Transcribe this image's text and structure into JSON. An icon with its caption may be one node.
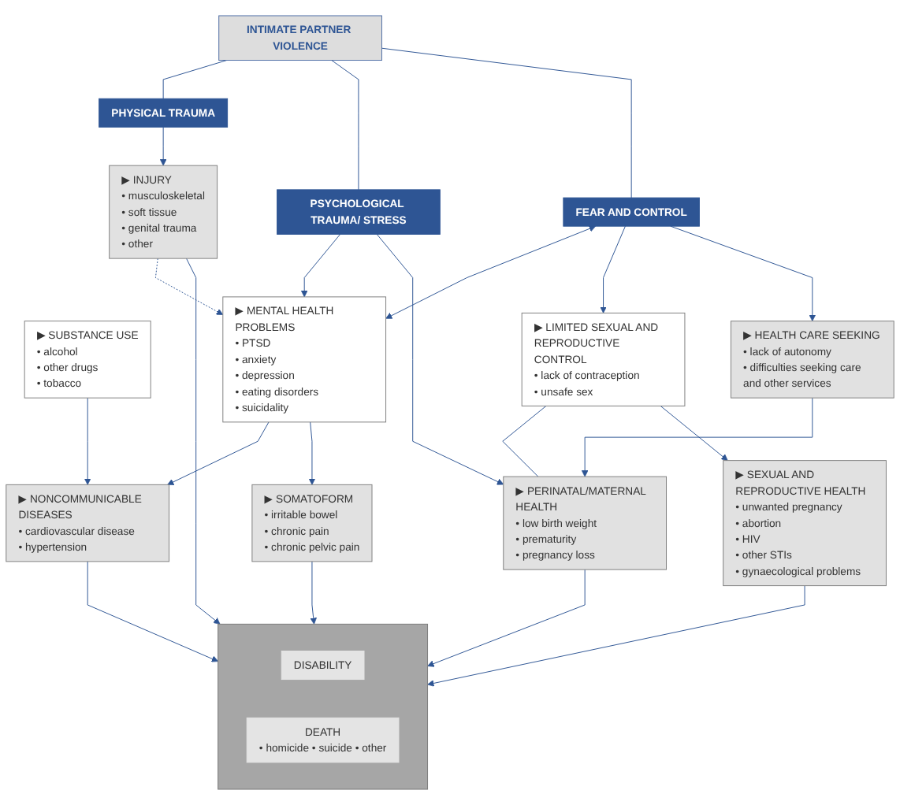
{
  "diagram": {
    "nodes": [
      {
        "text": [
          "INTIMATE PARTNER VIOLENCE"
        ]
      },
      {
        "text": [
          "PHYSICAL TRAUMA"
        ]
      },
      {
        "text": [
          "PSYCHOLOGICAL TRAUMA/ STRESS"
        ]
      },
      {
        "text": [
          "FEAR AND CONTROL"
        ]
      },
      {
        "text": [
          "▶ INJURY",
          "• musculoskeletal",
          "• soft tissue",
          "• genital trauma",
          "• other"
        ]
      },
      {
        "text": [
          "▶ MENTAL HEALTH PROBLEMS",
          "• PTSD",
          "• anxiety",
          "• depression",
          "• eating disorders",
          "• suicidality"
        ]
      },
      {
        "text": [
          "▶ LIMITED SEXUAL AND REPRODUCTIVE CONTROL",
          "• lack of contraception",
          "• unsafe sex"
        ]
      },
      {
        "text": [
          "▶ HEALTH CARE SEEKING",
          "• lack of autonomy",
          "• difficulties seeking care and other services"
        ]
      },
      {
        "text": [
          "▶ SUBSTANCE USE",
          "• alcohol",
          "• other drugs",
          "• tobacco"
        ]
      },
      {
        "text": [
          "▶ PERINATAL/MATERNAL HEALTH",
          "• low birth weight",
          "• prematurity",
          "• pregnancy loss"
        ]
      },
      {
        "text": [
          "▶ SEXUAL AND REPRODUCTIVE HEALTH",
          "• unwanted pregnancy",
          "• abortion",
          "• HIV",
          "• other STIs",
          "• gynaecological problems"
        ]
      },
      {
        "text": [
          "▶ NONCOMMUNICABLE DISEASES",
          "• cardiovascular disease",
          "• hypertension"
        ]
      },
      {
        "text": [
          "▶ SOMATOFORM",
          "• irritable bowel",
          "• chronic pain",
          "• chronic pelvic pain"
        ]
      },
      {
        "text": [],
        "shape": "box"
      },
      {
        "text": [
          "DISABILITY"
        ],
        "in": 13
      },
      {
        "text": [
          "DEATH",
          "• homicide • suicide • other"
        ],
        "in": 13
      }
    ],
    "edges": [
      {
        "from": 0,
        "to": 1,
        "arrow": "none"
      },
      {
        "from": 0,
        "to": 2,
        "arrow": "none"
      },
      {
        "from": 0,
        "to": 3,
        "arrow": "none"
      },
      {
        "from": 1,
        "to": 4,
        "arrow": "to"
      },
      {
        "from": 2,
        "to": 5,
        "arrow": "to"
      },
      {
        "from": 3,
        "to": 5,
        "arrow": "both"
      },
      {
        "from": 2,
        "to": 9,
        "arrow": "to"
      },
      {
        "from": 3,
        "to": 6,
        "arrow": "to"
      },
      {
        "from": 3,
        "to": 7,
        "arrow": "to"
      },
      {
        "from": 4,
        "to": 5,
        "arrow": "to",
        "style": "dashed"
      },
      {
        "from": 5,
        "to": 11,
        "arrow": "to"
      },
      {
        "from": 8,
        "to": 11,
        "arrow": "to"
      },
      {
        "from": 5,
        "to": 12,
        "arrow": "to"
      },
      {
        "from": 6,
        "to": 9,
        "arrow": "none"
      },
      {
        "from": 6,
        "to": 10,
        "arrow": "to"
      },
      {
        "from": 7,
        "to": 9,
        "arrow": "to"
      },
      {
        "from": 4,
        "to": 13,
        "arrow": "to"
      },
      {
        "from": 11,
        "to": 13,
        "arrow": "to"
      },
      {
        "from": 12,
        "to": 13,
        "arrow": "to"
      },
      {
        "from": 9,
        "to": 13,
        "arrow": "to"
      },
      {
        "from": 10,
        "to": 13,
        "arrow": "to"
      }
    ]
  }
}
